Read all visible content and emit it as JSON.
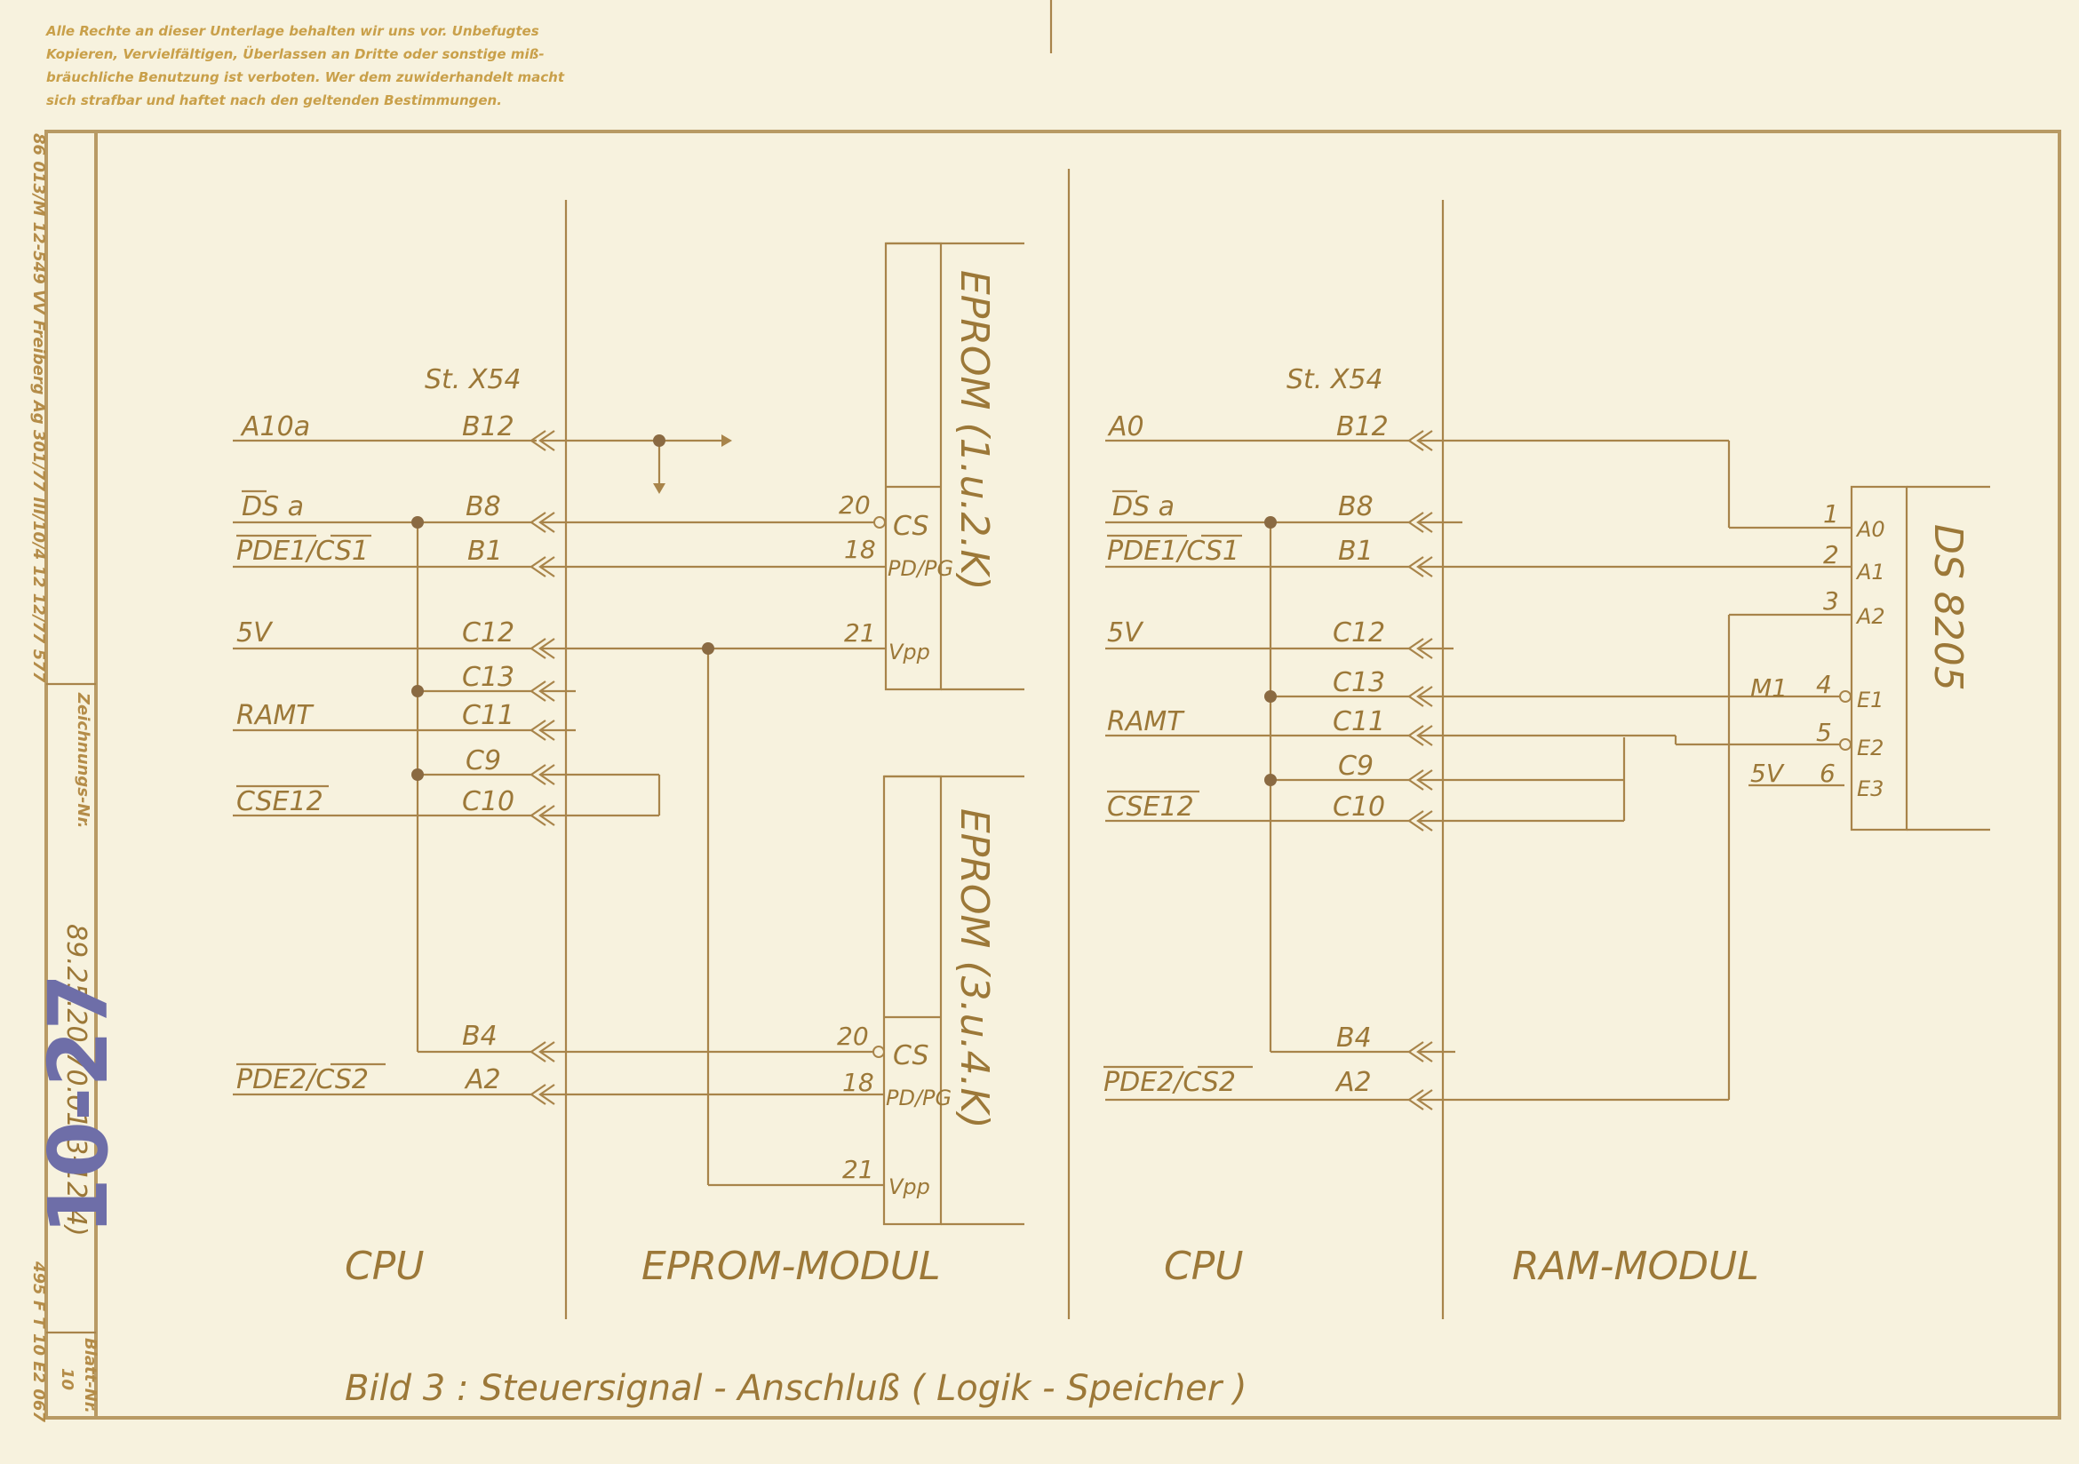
{
  "notice": [
    "Alle Rechte an dieser Unterlage behalten wir uns vor. Unbefugtes",
    "Kopieren, Vervielfältigen, Überlassen an Dritte oder sonstige miß-",
    "bräuchliche Benutzung ist verboten. Wer dem zuwiderhandelt macht",
    "sich strafbar und haftet nach den geltenden Bestimmungen."
  ],
  "side": {
    "form": "86 013/M 12-549  VV Freiberg  Ag 301/77  III/10/4  12 12/77  577",
    "zeichnung_label": "Zeichnungs-Nr.",
    "drawing_number": "89.25.20-70.01-3-12(4)",
    "blatt_label": "Blatt-Nr.",
    "blatt_number": "10",
    "bottom_code": "495 F T 10 E2 067"
  },
  "stamp": "10-27",
  "left": {
    "connector": "St. X54",
    "signals": [
      "A10a",
      "DS a",
      "PDE1/CS1",
      "5V",
      "RAMT",
      "CSE12",
      "PDE2/CS2"
    ],
    "pins": [
      "B12",
      "B8",
      "B1",
      "C12",
      "C13",
      "C11",
      "C9",
      "C10",
      "B4",
      "A2"
    ],
    "eprom1": {
      "title": "EPROM (1.u.2.K)",
      "pins": [
        "20",
        "18",
        "21"
      ],
      "labels": [
        "CS",
        "PD/PG",
        "Vpp"
      ]
    },
    "eprom2": {
      "title": "EPROM (3.u.4.K)",
      "pins": [
        "20",
        "18",
        "21"
      ],
      "labels": [
        "CS",
        "PD/PG",
        "Vpp"
      ]
    },
    "sections": [
      "CPU",
      "EPROM-MODUL"
    ]
  },
  "right": {
    "connector": "St. X54",
    "signals": [
      "A0",
      "DS a",
      "PDE1/CS1",
      "5V",
      "RAMT",
      "CSE12",
      "PDE2/CS2"
    ],
    "pins": [
      "B12",
      "B8",
      "B1",
      "C12",
      "C13",
      "C11",
      "C9",
      "C10",
      "B4",
      "A2"
    ],
    "chip": {
      "title": "DS 8205",
      "pins": [
        "1",
        "2",
        "3",
        "4",
        "5",
        "6"
      ],
      "labels": [
        "A0",
        "A1",
        "A2",
        "E1",
        "E2",
        "E3"
      ],
      "inputs": [
        "M1",
        "5V"
      ]
    },
    "sections": [
      "CPU",
      "RAM-MODUL"
    ]
  },
  "caption": "Bild 3 :  Steuersignal  - Anschluß  ( Logik - Speicher )"
}
